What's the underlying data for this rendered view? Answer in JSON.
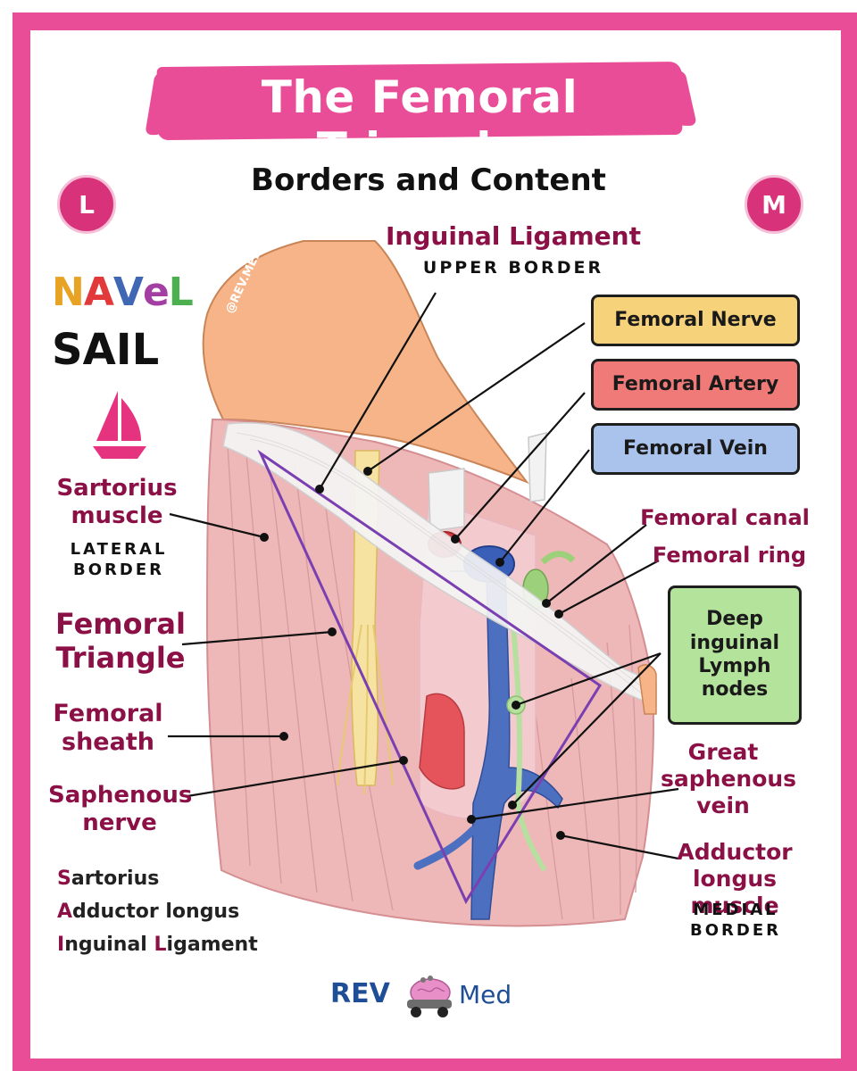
{
  "header": {
    "title": "The Femoral Triangle",
    "subtitle": "Borders and Content",
    "left_badge": "L",
    "right_badge": "M"
  },
  "mnemonic": {
    "navel_letters": [
      {
        "char": "N",
        "color": "#e8a325"
      },
      {
        "char": "A",
        "color": "#e23a3a"
      },
      {
        "char": "V",
        "color": "#3f67b4"
      },
      {
        "char": "e",
        "color": "#a33fa3"
      },
      {
        "char": "L",
        "color": "#4caf50"
      }
    ],
    "sail_word": "SAIL",
    "sail_icon": "sailboat-icon",
    "borders_list": [
      {
        "initial": "S",
        "rest": "artorius"
      },
      {
        "initial": "A",
        "rest": "dductor longus"
      },
      {
        "initial": "I",
        "rest": "nguinal ",
        "initial2": "L",
        "rest2": "igament"
      }
    ]
  },
  "labels": {
    "inguinal_ligament": {
      "initial": "I",
      "part": "nguinal ",
      "initial2": "L",
      "part2": "igament",
      "sub": "UPPER BORDER"
    },
    "sartorius": {
      "line1": "Sartorius",
      "line2": "muscle",
      "sub1": "LATERAL",
      "sub2": "BORDER"
    },
    "femoral_triangle": {
      "line1": "Femoral",
      "line2": "Triangle"
    },
    "femoral_sheath": {
      "line1": "Femoral",
      "line2": "sheath"
    },
    "saphenous_nerve": {
      "line1": "Saphenous",
      "line2": "nerve"
    },
    "femoral_canal": "Femoral canal",
    "femoral_ring": "Femoral ring",
    "great_saphenous_vein": {
      "line1": "Great",
      "line2": "saphenous",
      "line3": "vein"
    },
    "adductor_longus": {
      "line1": "Adductor",
      "line2": "longus muscle",
      "sub1": "MEDIAL",
      "sub2": "BORDER"
    }
  },
  "boxes": {
    "femoral_nerve": {
      "text": "Femoral Nerve",
      "color": "#f6d27a"
    },
    "femoral_artery": {
      "text": "Femoral Artery",
      "color": "#f07a78"
    },
    "femoral_vein": {
      "text": "Femoral Vein",
      "color": "#a9c3ec"
    },
    "lymph_nodes": {
      "line1": "Deep",
      "line2": "inguinal",
      "line3": "Lymph",
      "line4": "nodes",
      "color": "#b4e39c"
    }
  },
  "watermark": "@REV.MED",
  "brand": {
    "left": "REV",
    "right": "Med",
    "icon": "brain-car-icon"
  },
  "colors": {
    "frame": "#ea4d97",
    "label_text": "#8b1046",
    "muscle": "#eeb8b8",
    "abdomen": "#f6b488",
    "triangle_outline": "#7a3fb0"
  }
}
